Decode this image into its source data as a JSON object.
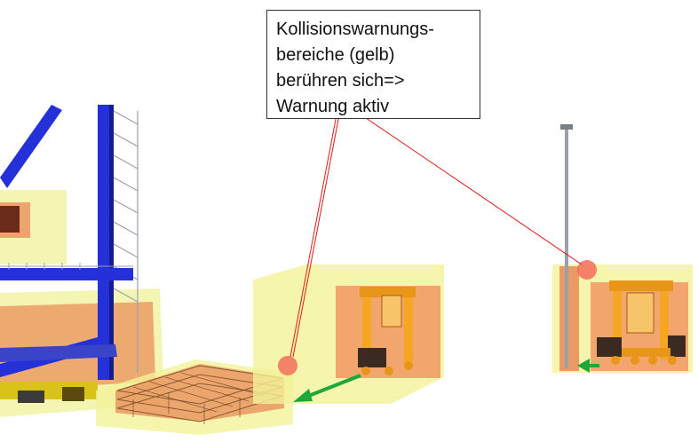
{
  "callout": {
    "lines": [
      "Kollisionswarnungs-",
      "bereiche (gelb)",
      "berühren sich=>",
      "Warnung aktiv"
    ]
  },
  "colors": {
    "warning_zone": "#f2f29a",
    "danger_zone": "#f08a55",
    "collision_point": "#f26d5b",
    "leader_line": "#e01818",
    "direction_arrow": "#1fa83a",
    "crane_structure": "#2430d8",
    "carrier_body": "#f5a623"
  }
}
